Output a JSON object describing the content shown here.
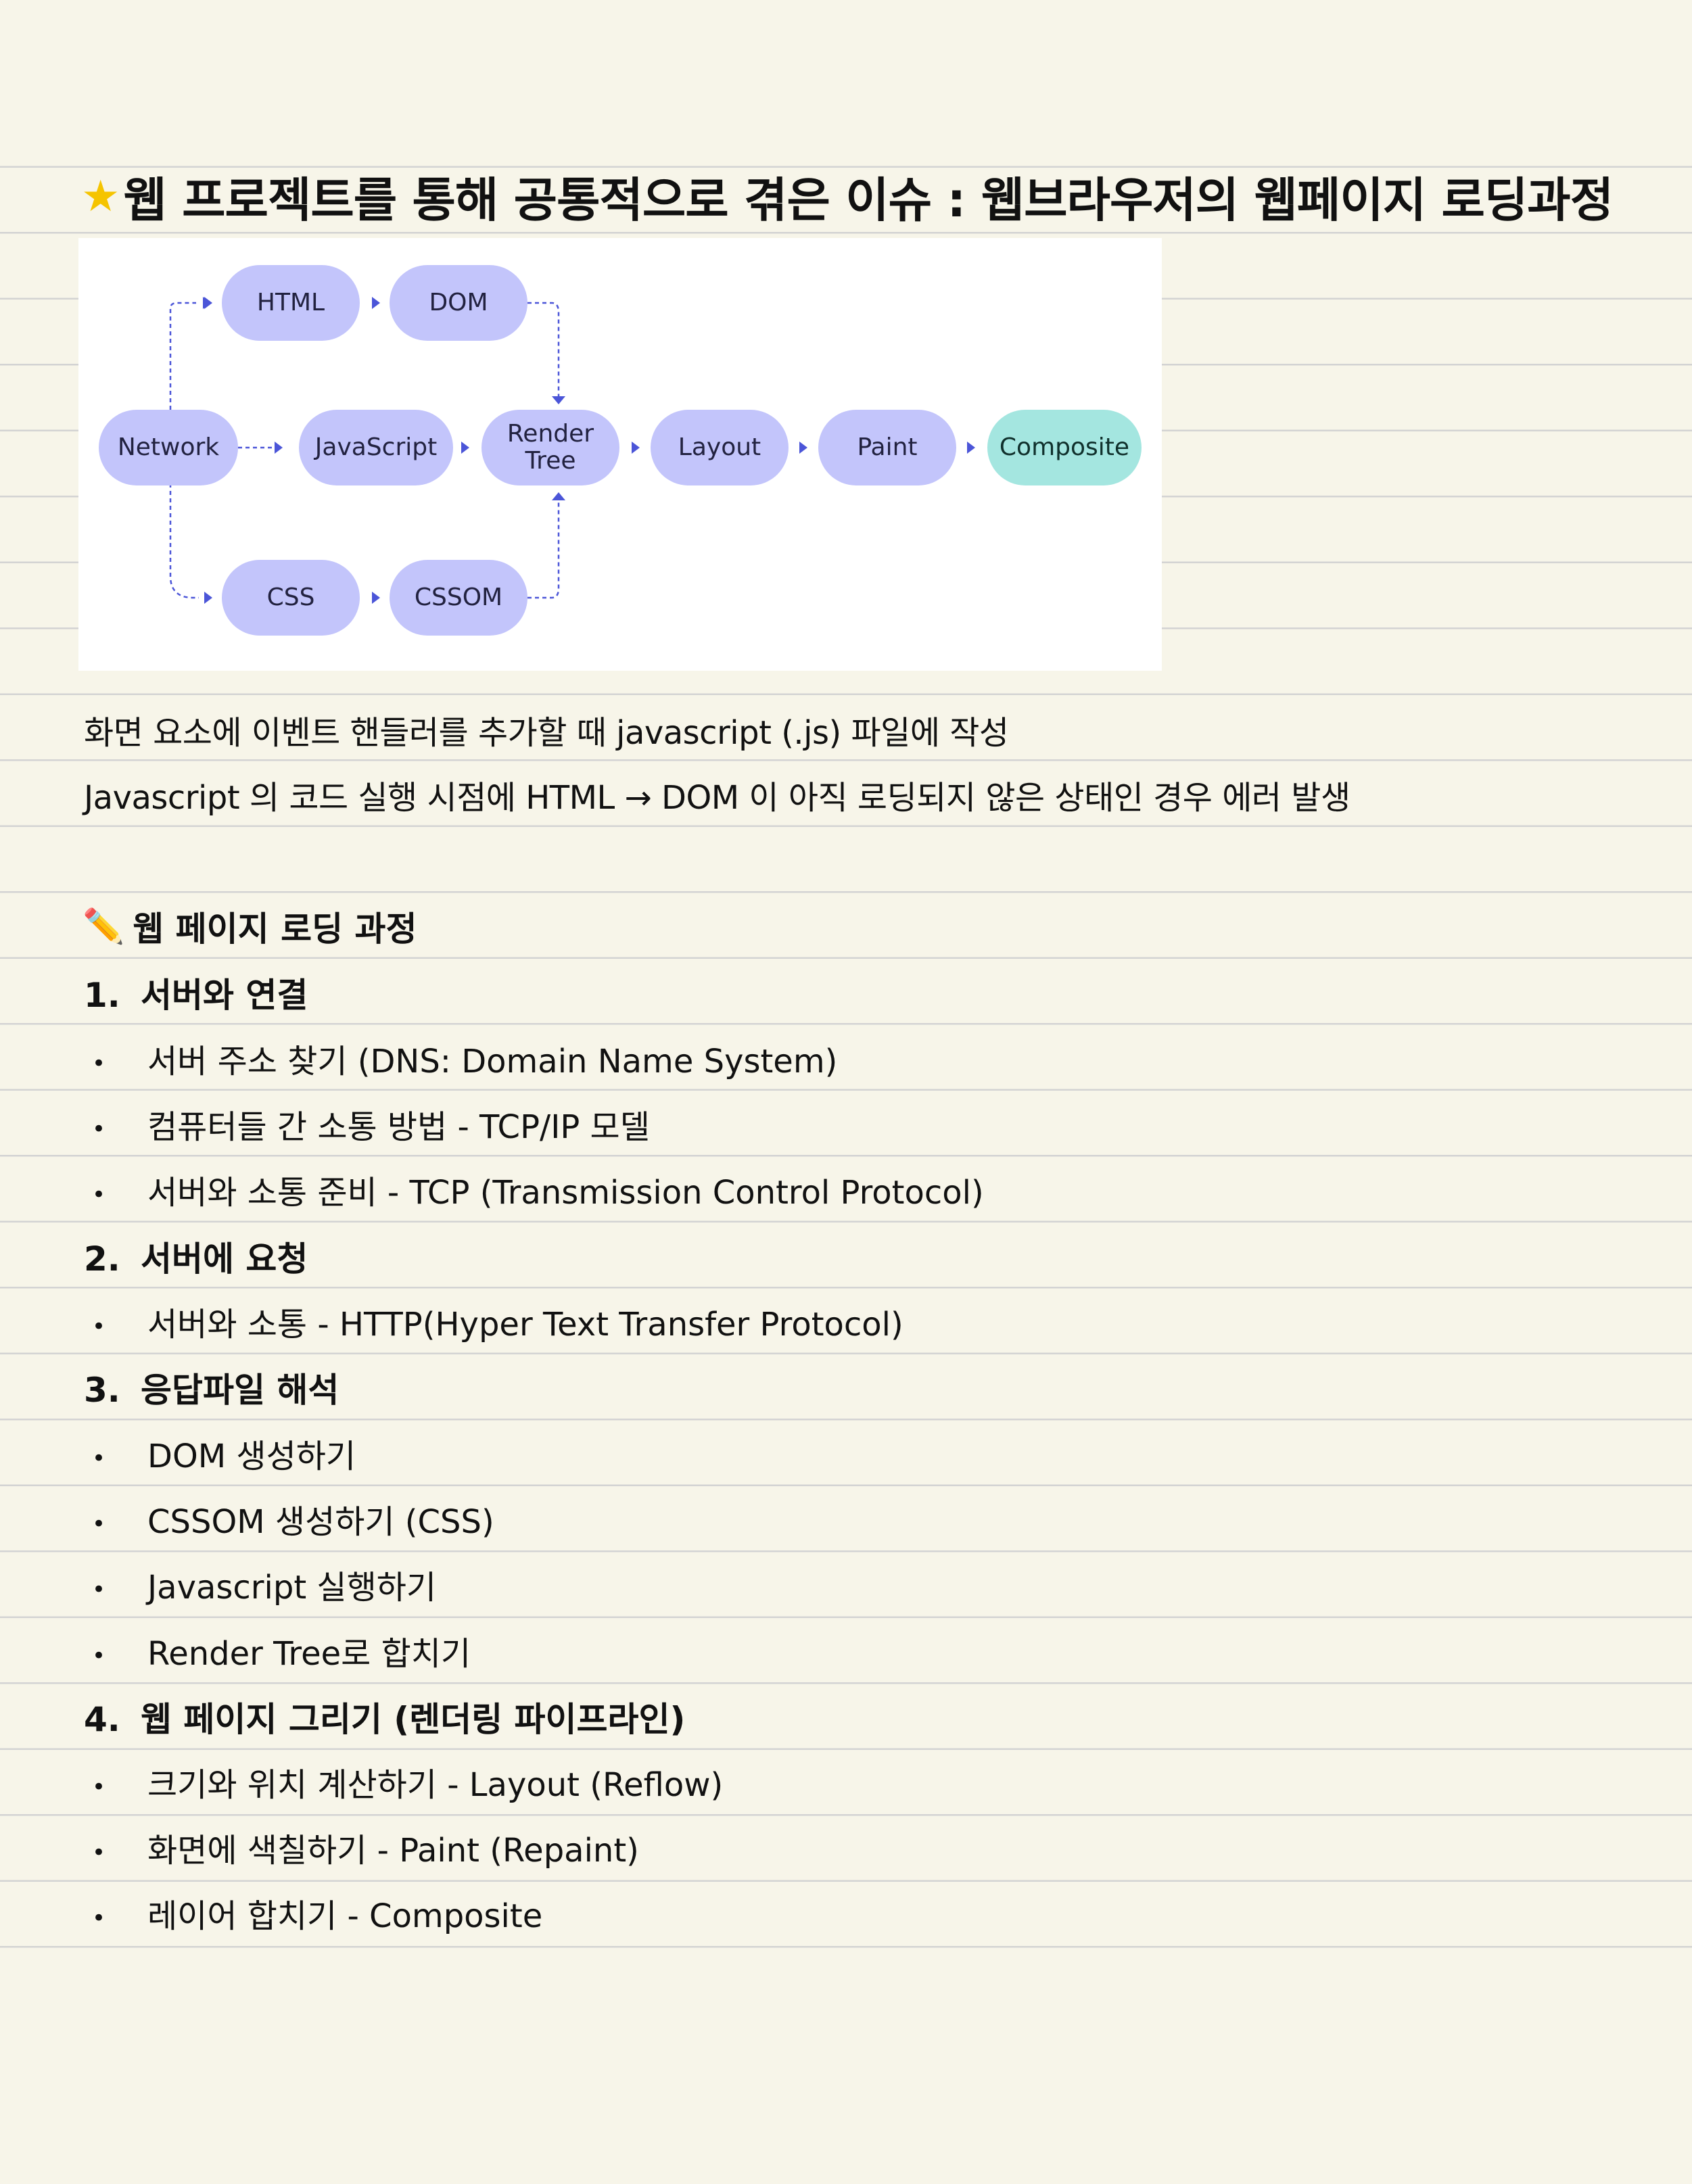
{
  "title": "웹 프로젝트를 통해 공통적으로 겪은 이슈 : 웹브라우저의 웹페이지 로딩과정",
  "title_icon": "star-icon",
  "diagram": {
    "nodes": {
      "html": "HTML",
      "dom": "DOM",
      "network": "Network",
      "javascript": "JavaScript",
      "render_tree_line1": "Render",
      "render_tree_line2": "Tree",
      "layout": "Layout",
      "paint": "Paint",
      "composite": "Composite",
      "css": "CSS",
      "cssom": "CSSOM"
    },
    "colors": {
      "node": "#c3c5fb",
      "composite": "#a4e6e0",
      "arrow": "#4b55d8"
    }
  },
  "intro": {
    "line1": "화면 요소에 이벤트 핸들러를 추가할 때 javascript (.js) 파일에 작성",
    "line2": "Javascript 의 코드 실행 시점에 HTML → DOM 이 아직 로딩되지 않은 상태인 경우 에러 발생"
  },
  "section": {
    "icon": "pencil-icon",
    "title": "웹 페이지 로딩 과정",
    "steps": [
      {
        "number": "1.",
        "title": "서버와 연결",
        "items": [
          "서버 주소 찾기 (DNS: Domain Name System)",
          "컴퓨터들 간 소통 방법 - TCP/IP 모델",
          "서버와 소통 준비 - TCP (Transmission Control Protocol)"
        ]
      },
      {
        "number": "2.",
        "title": "서버에 요청",
        "items": [
          "서버와 소통 - HTTP(Hyper Text Transfer Protocol)"
        ]
      },
      {
        "number": "3.",
        "title": "응답파일 해석",
        "items": [
          "DOM 생성하기",
          "CSSOM 생성하기 (CSS)",
          "Javascript 실행하기",
          "Render Tree로 합치기"
        ]
      },
      {
        "number": "4.",
        "title": "웹 페이지 그리기 (렌더링 파이프라인)",
        "items": [
          "크기와 위치 계산하기 - Layout (Reflow)",
          "화면에 색칠하기 - Paint (Repaint)",
          "레이어 합치기 - Composite"
        ]
      }
    ]
  }
}
